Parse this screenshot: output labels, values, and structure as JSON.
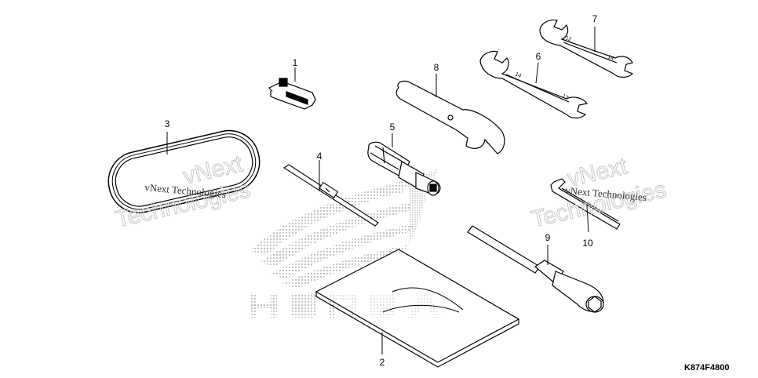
{
  "callouts": [
    "1",
    "2",
    "3",
    "4",
    "5",
    "6",
    "7",
    "8",
    "9",
    "10"
  ],
  "watermark": {
    "small": "vNext Technologies",
    "big_line1": "vNext",
    "big_line2": "Technologies"
  },
  "background_logo": "HONDA",
  "diagram_code": "K874F4800",
  "colors": {
    "line": "#000000",
    "dots": "#9a9a9a",
    "watermark": "#c8c8c8"
  }
}
